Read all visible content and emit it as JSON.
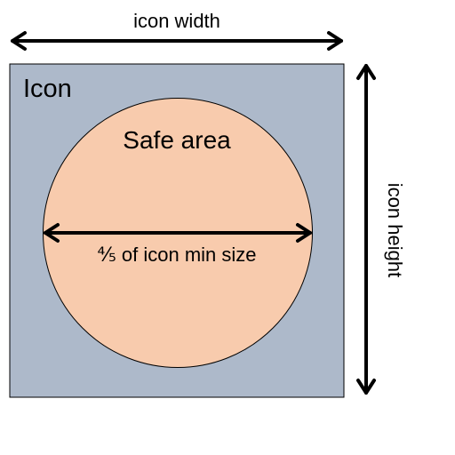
{
  "diagram": {
    "width_label": "icon width",
    "height_label": "icon height",
    "icon_label": "Icon",
    "safe_area_label": "Safe area",
    "diameter_label": "⅘ of icon min size"
  },
  "colors": {
    "icon_fill": "#adb9ca",
    "safe_area_fill": "#f8cbad",
    "stroke": "#000000"
  }
}
